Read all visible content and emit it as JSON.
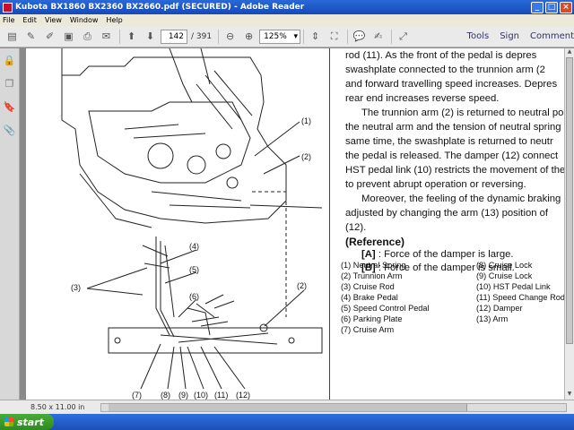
{
  "window": {
    "title": "Kubota BX1860 BX2360 BX2660.pdf (SECURED) - Adobe Reader"
  },
  "menu": [
    "File",
    "Edit",
    "View",
    "Window",
    "Help"
  ],
  "toolbar": {
    "current_page": "142",
    "page_total": "/ 391",
    "zoom": "125%",
    "links": [
      "Tools",
      "Sign",
      "Comment"
    ]
  },
  "text": {
    "lines": [
      "rod (11).  As the front of the pedal is depres",
      "swashplate connected to the trunnion arm (2",
      "and forward travelling speed increases.  Depres",
      "rear end increases reverse speed."
    ],
    "para2": [
      "The trunnion arm (2) is returned to neutral po",
      "the neutral arm and the tension of neutral spring",
      "same time, the swashplate is returned to neutr",
      "the pedal is released.  The damper (12) connect",
      "HST pedal link (10) restricts the movement of the",
      "to prevent abrupt operation or reversing."
    ],
    "para3": [
      "Moreover, the feeling of the dynamic braking",
      "adjusted by changing the arm (13) position of",
      "(12)."
    ],
    "reference_heading": "(Reference)",
    "ref_a_key": "[A]",
    "ref_a": " : Force of the damper is large.",
    "ref_b_key": "[B]",
    "ref_b": " : Force of the damper is small."
  },
  "legend": {
    "left": [
      "(1)  Neutral Spring",
      "(2)  Trunnion Arm",
      "(3)  Cruise Rod",
      "(4)  Brake Pedal",
      "(5)  Speed Control Pedal",
      "(6)  Parking Plate",
      "(7)  Cruise Arm"
    ],
    "right": [
      "(8)  Cruise Lock",
      "(9)  Cruise Lock",
      "(10)  HST Pedal Link",
      "(11)  Speed Change Rod",
      "(12)  Damper",
      "(13)  Arm"
    ]
  },
  "diagram": {
    "callouts": [
      "(1)",
      "(2)",
      "(4)",
      "(5)",
      "(3)",
      "(6)",
      "(2)",
      "(7)",
      "(8)",
      "(9)",
      "(10)",
      "(11)",
      "(12)"
    ]
  },
  "status": {
    "page_size": "8.50 x 11.00 in"
  },
  "taskbar": {
    "start_label": "start"
  }
}
